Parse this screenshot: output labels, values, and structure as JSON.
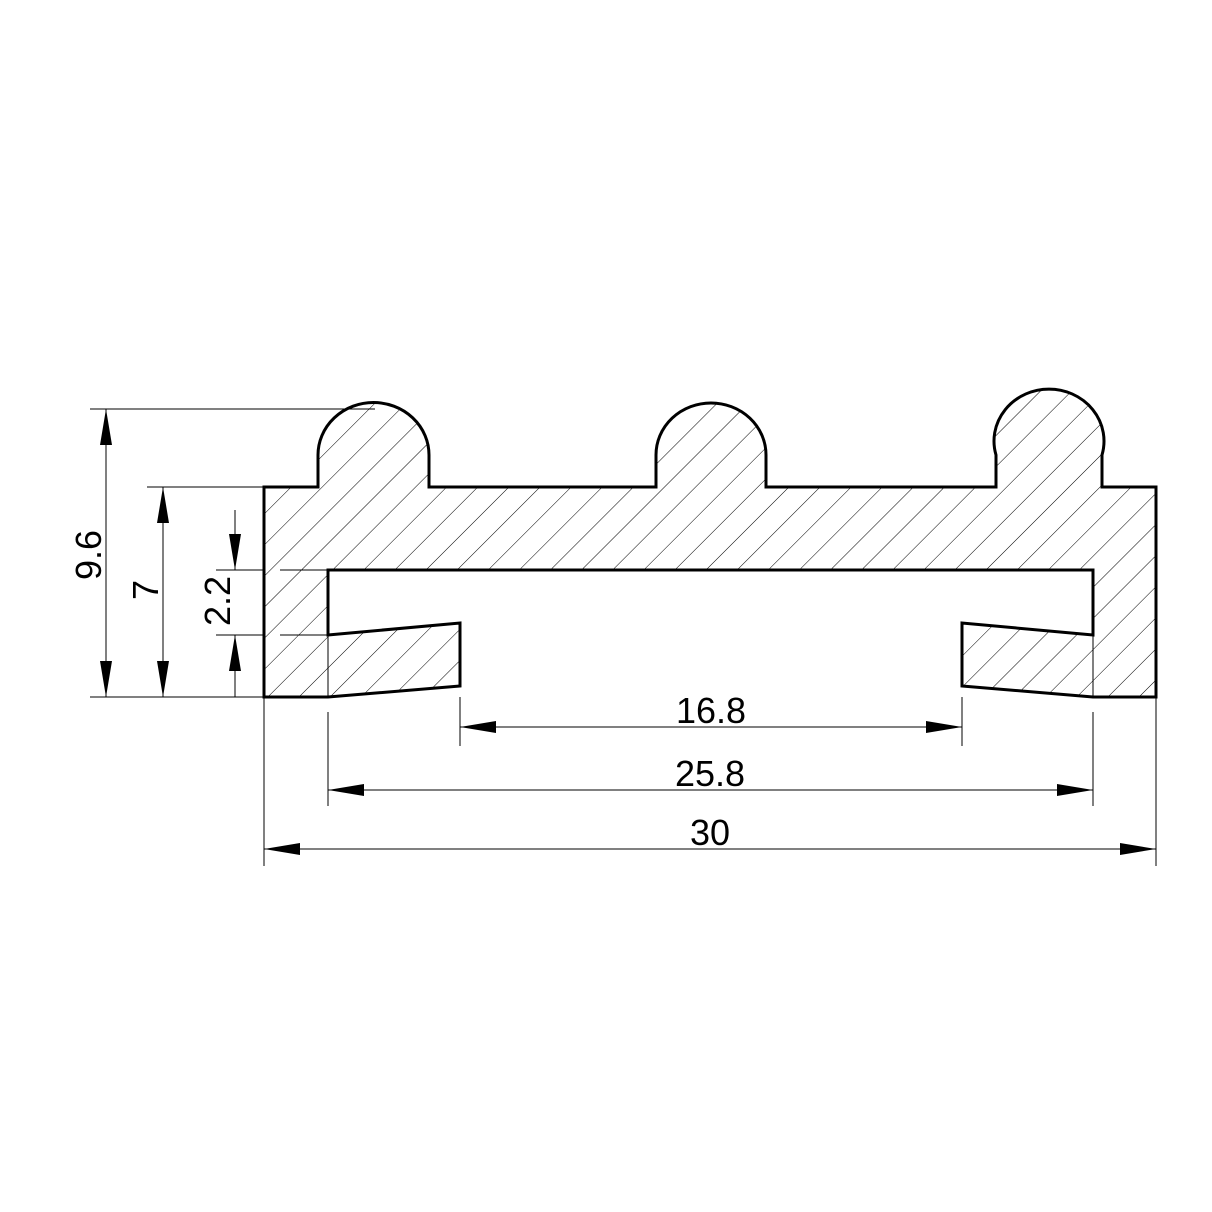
{
  "drawing": {
    "line_color": "#000000",
    "background": "#ffffff",
    "hatch_pattern": "diagonal",
    "dimensions": {
      "overall_width": "30",
      "inner_width": "25.8",
      "opening_width": "16.8",
      "total_height": "9.6",
      "body_height": "7",
      "slot_height": "2.2"
    }
  }
}
